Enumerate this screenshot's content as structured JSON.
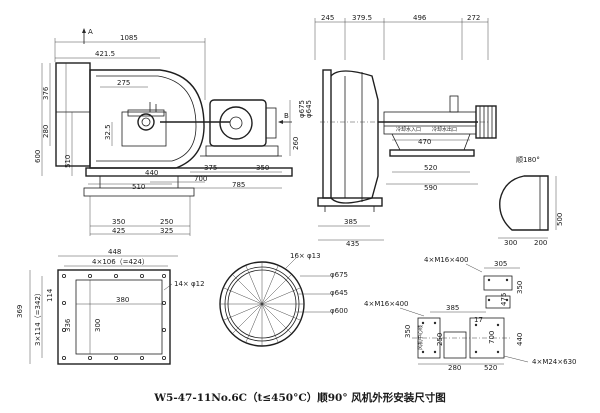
{
  "caption": "W5-47-11No.6C（t≤450°C）顺90° 风机外形安装尺寸图",
  "view_a_arrow": "A",
  "view_b_arrow": "B",
  "side_view": {
    "width_total": "1085",
    "inlet_width": "421.5",
    "dim_275": "275",
    "height_376": "376",
    "height_280": "280",
    "height_600": "600",
    "shaft_325": "32.5",
    "h_510": "510",
    "d_440": "440",
    "d_510": "510",
    "d_700": "700",
    "d_375": "375",
    "d_350": "350",
    "d_785": "785",
    "base_350": "350",
    "base_250": "250",
    "base_425": "425",
    "base_325": "325",
    "dia_675": "φ675",
    "dia_645": "φ645",
    "h_260": "260"
  },
  "front_view": {
    "d_245": "245",
    "d_3795": "379.5",
    "d_496": "496",
    "d_272": "272",
    "d_470": "470",
    "d_520": "520",
    "d_590": "590",
    "d_385": "385",
    "d_435": "435",
    "label_cool_in": "冷却水入口",
    "label_cool_out": "冷却水出口"
  },
  "rotation_view": {
    "angle": "顺180°",
    "d_500": "500",
    "d_300": "300",
    "d_200": "200"
  },
  "outlet_flange": {
    "width": "448",
    "holes_top": "4×106（=424）",
    "height": "369",
    "holes_side": "3×114（=342）",
    "d_114": "114",
    "d_380": "380",
    "d_300": "300",
    "d_336": "336",
    "hole_dia": "14× φ12"
  },
  "inlet_flange": {
    "holes": "16× φ13",
    "dia_675": "φ675",
    "dia_645": "φ645",
    "dia_600": "φ600"
  },
  "base_plan": {
    "bolt_top": "4×M16×400",
    "bolt_mid": "4×M16×400",
    "bolt_bottom": "4×M24×630",
    "d_305": "305",
    "d_350": "350",
    "d_385": "385",
    "d_475": "475",
    "d_17": "17",
    "d_700": "700",
    "d_440": "440",
    "d_350b": "350",
    "d_280": "280",
    "d_520": "520",
    "d_250": "250",
    "center_label": "风机中心线"
  }
}
